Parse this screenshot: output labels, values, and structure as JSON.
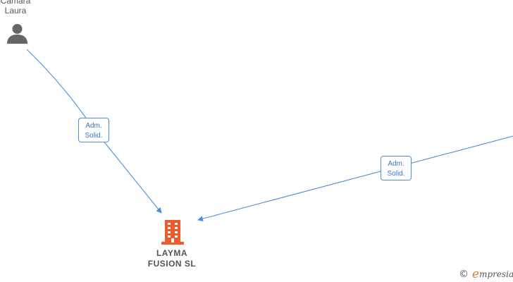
{
  "nodes": {
    "person": {
      "name": "Camara\nLaura",
      "icon": "person-icon"
    },
    "company": {
      "name": "LAYMA\nFUSION  SL",
      "icon": "building-icon"
    }
  },
  "edges": [
    {
      "from": "person",
      "to": "company",
      "label_line1": "Adm.",
      "label_line2": "Solid."
    },
    {
      "from": "offscreen-right",
      "to": "company",
      "label_line1": "Adm.",
      "label_line2": "Solid."
    }
  ],
  "colors": {
    "edge": "#4a90d9",
    "company": "#f05a2a",
    "person": "#666666",
    "brand": "#e07a2a"
  },
  "watermark": {
    "symbol": "©",
    "brand_initial": "e",
    "brand_rest": "mpresia"
  }
}
